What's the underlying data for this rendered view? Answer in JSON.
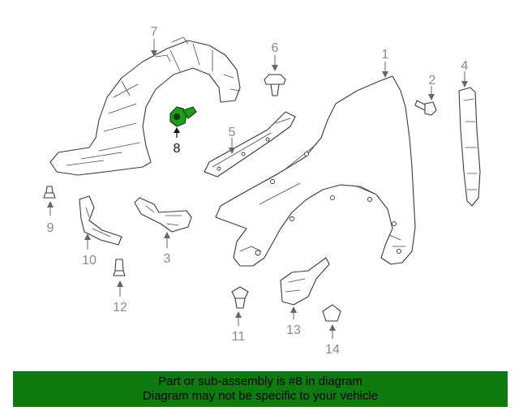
{
  "callouts": {
    "c1": "1",
    "c2": "2",
    "c3": "3",
    "c4": "4",
    "c5": "5",
    "c6": "6",
    "c7": "7",
    "c8": "8",
    "c9": "9",
    "c10": "10",
    "c11": "11",
    "c12": "12",
    "c13": "13",
    "c14": "14"
  },
  "highlighted_part": "8",
  "colors": {
    "highlight_part": "#1f9a1f",
    "banner_background": "#0f7a0f",
    "callout_text": "#8a8a8a",
    "callout_highlight_text": "#111111"
  },
  "banner": {
    "line1": "Part or sub-assembly is #8 in diagram",
    "line2": "Diagram may not be specific to your vehicle"
  }
}
